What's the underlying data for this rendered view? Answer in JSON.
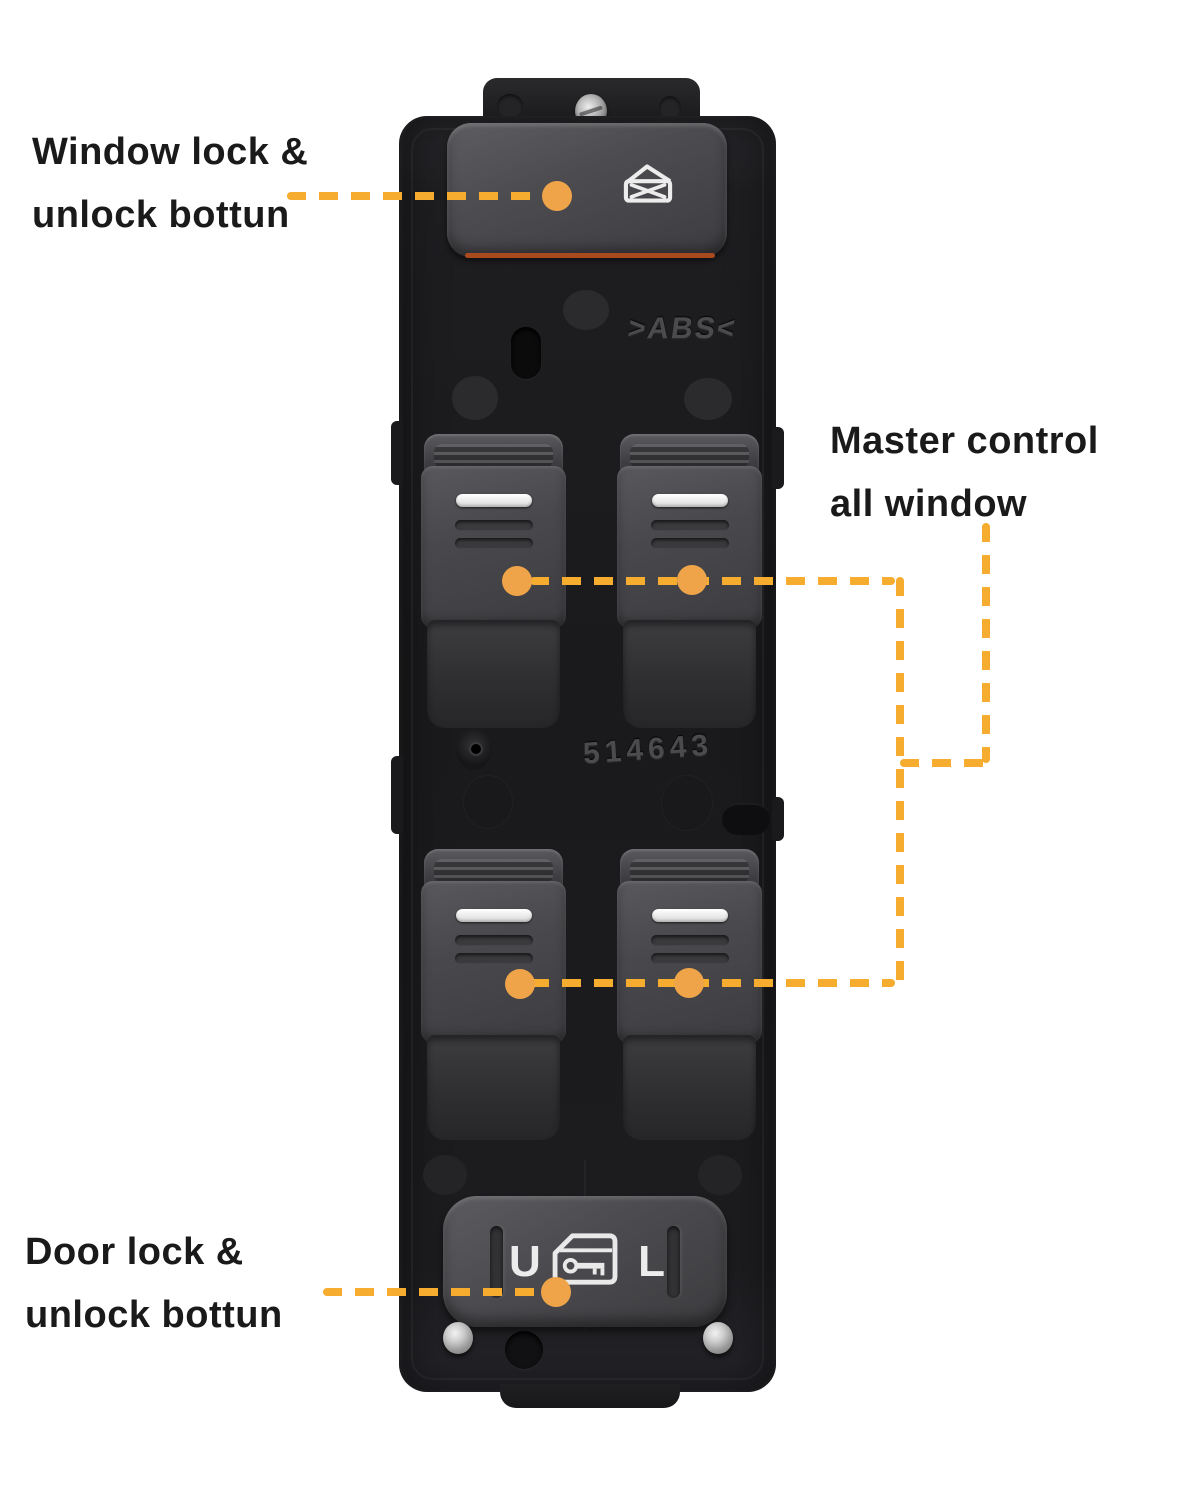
{
  "colors": {
    "accent_dash": "#F5AC2F",
    "accent_dot": "#EFA44A",
    "label_text": "#1A1A1A",
    "background": "#FFFFFF",
    "body_black": "#1C1C1E",
    "button_gray": "#4A4A4E",
    "underline_orange": "#A8491E"
  },
  "annotations": {
    "window_lock": {
      "line1": "Window lock &",
      "line2": "unlock bottun"
    },
    "master_control": {
      "line1": "Master control",
      "line2": "all window"
    },
    "door_lock": {
      "line1": "Door lock &",
      "line2": "unlock bottun"
    }
  },
  "device": {
    "embossed_marking": ">ABS<",
    "serial_number": "514643",
    "door_lock_switch": {
      "unlock_label": "U",
      "lock_label": "L"
    },
    "icons": {
      "window_lock_button": "window-with-x-icon",
      "door_lock_switch": "door-with-key-icon"
    }
  }
}
